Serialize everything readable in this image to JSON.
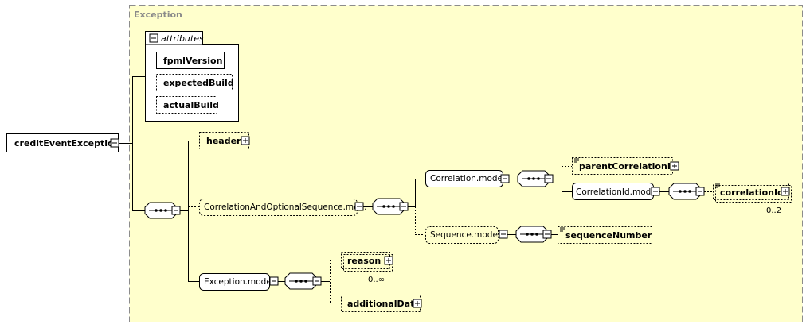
{
  "group": {
    "label": "Exception",
    "background": "#ffffcc",
    "border": "#8c8c8c"
  },
  "root": {
    "label": "creditEventException"
  },
  "attributes": {
    "header": "attributes",
    "items": [
      "fpmlVersion",
      "expectedBuild",
      "actualBuild"
    ]
  },
  "elements": {
    "header": "header",
    "cos": "CorrelationAndOptionalSequence.mo...",
    "correlation_model": "Correlation.model",
    "parent_correlation_id": "parentCorrelationId",
    "correlation_id_model": "CorrelationId.model",
    "correlation_id": "correlationId",
    "correlation_id_card": "0..2",
    "sequence_model": "Sequence.model",
    "sequence_number": "sequenceNumber",
    "exception_model": "Exception.model",
    "reason": "reason",
    "reason_card": "0..∞",
    "additional_data": "additionalData"
  }
}
